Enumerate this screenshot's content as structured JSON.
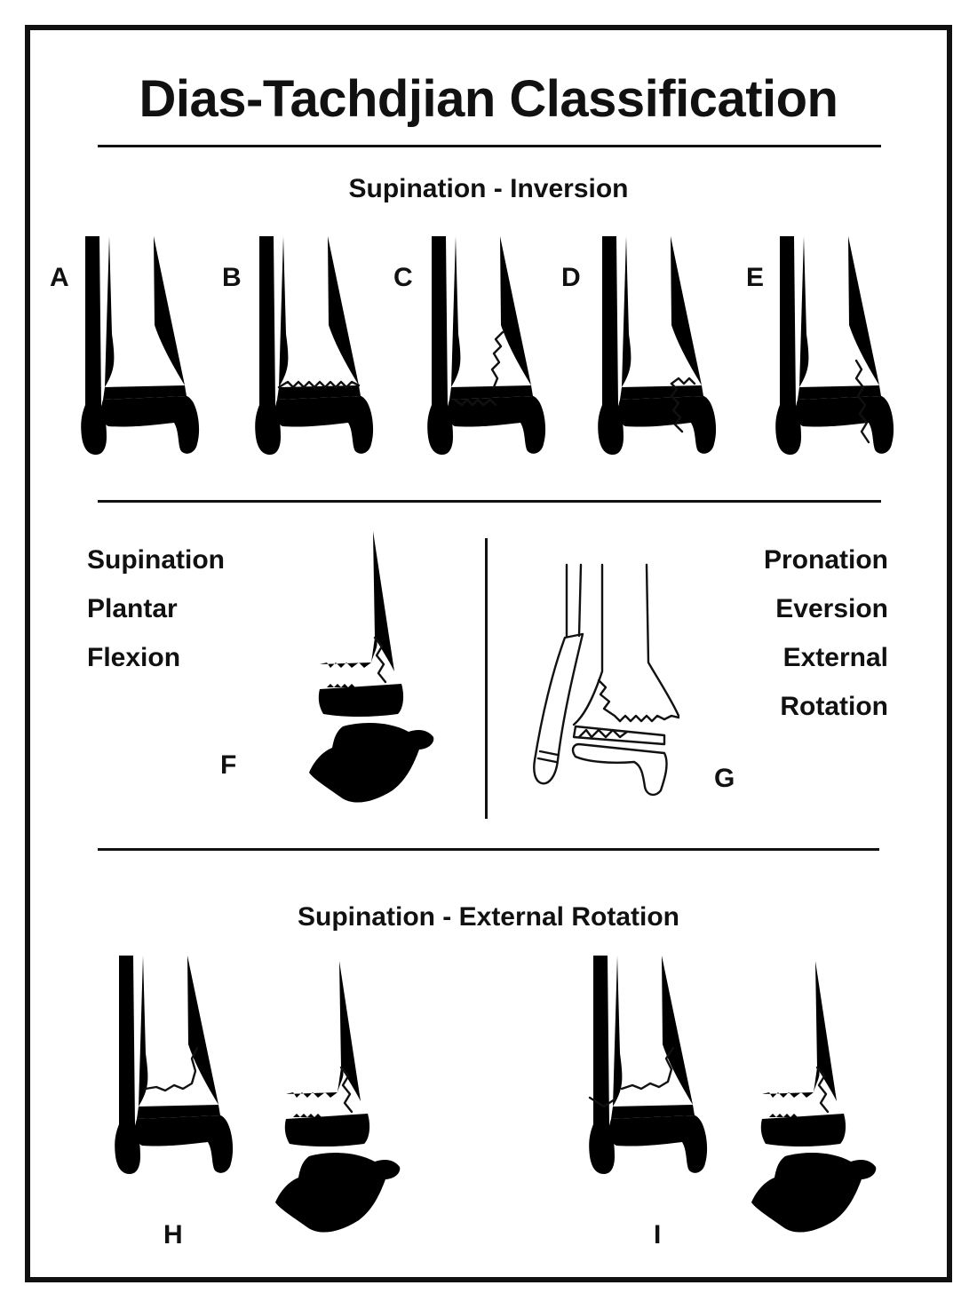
{
  "title": "Dias-Tachdjian Classification",
  "sections": {
    "supination_inversion": {
      "title": "Supination - Inversion",
      "panels": [
        "A",
        "B",
        "C",
        "D",
        "E"
      ]
    },
    "middle_left": {
      "lines": [
        "Supination",
        "Plantar",
        "Flexion"
      ],
      "panel": "F"
    },
    "middle_right": {
      "lines": [
        "Pronation",
        "Eversion",
        "External",
        "Rotation"
      ],
      "panel": "G"
    },
    "supination_external_rotation": {
      "title": "Supination - External Rotation",
      "panels": [
        "H",
        "I"
      ]
    }
  }
}
